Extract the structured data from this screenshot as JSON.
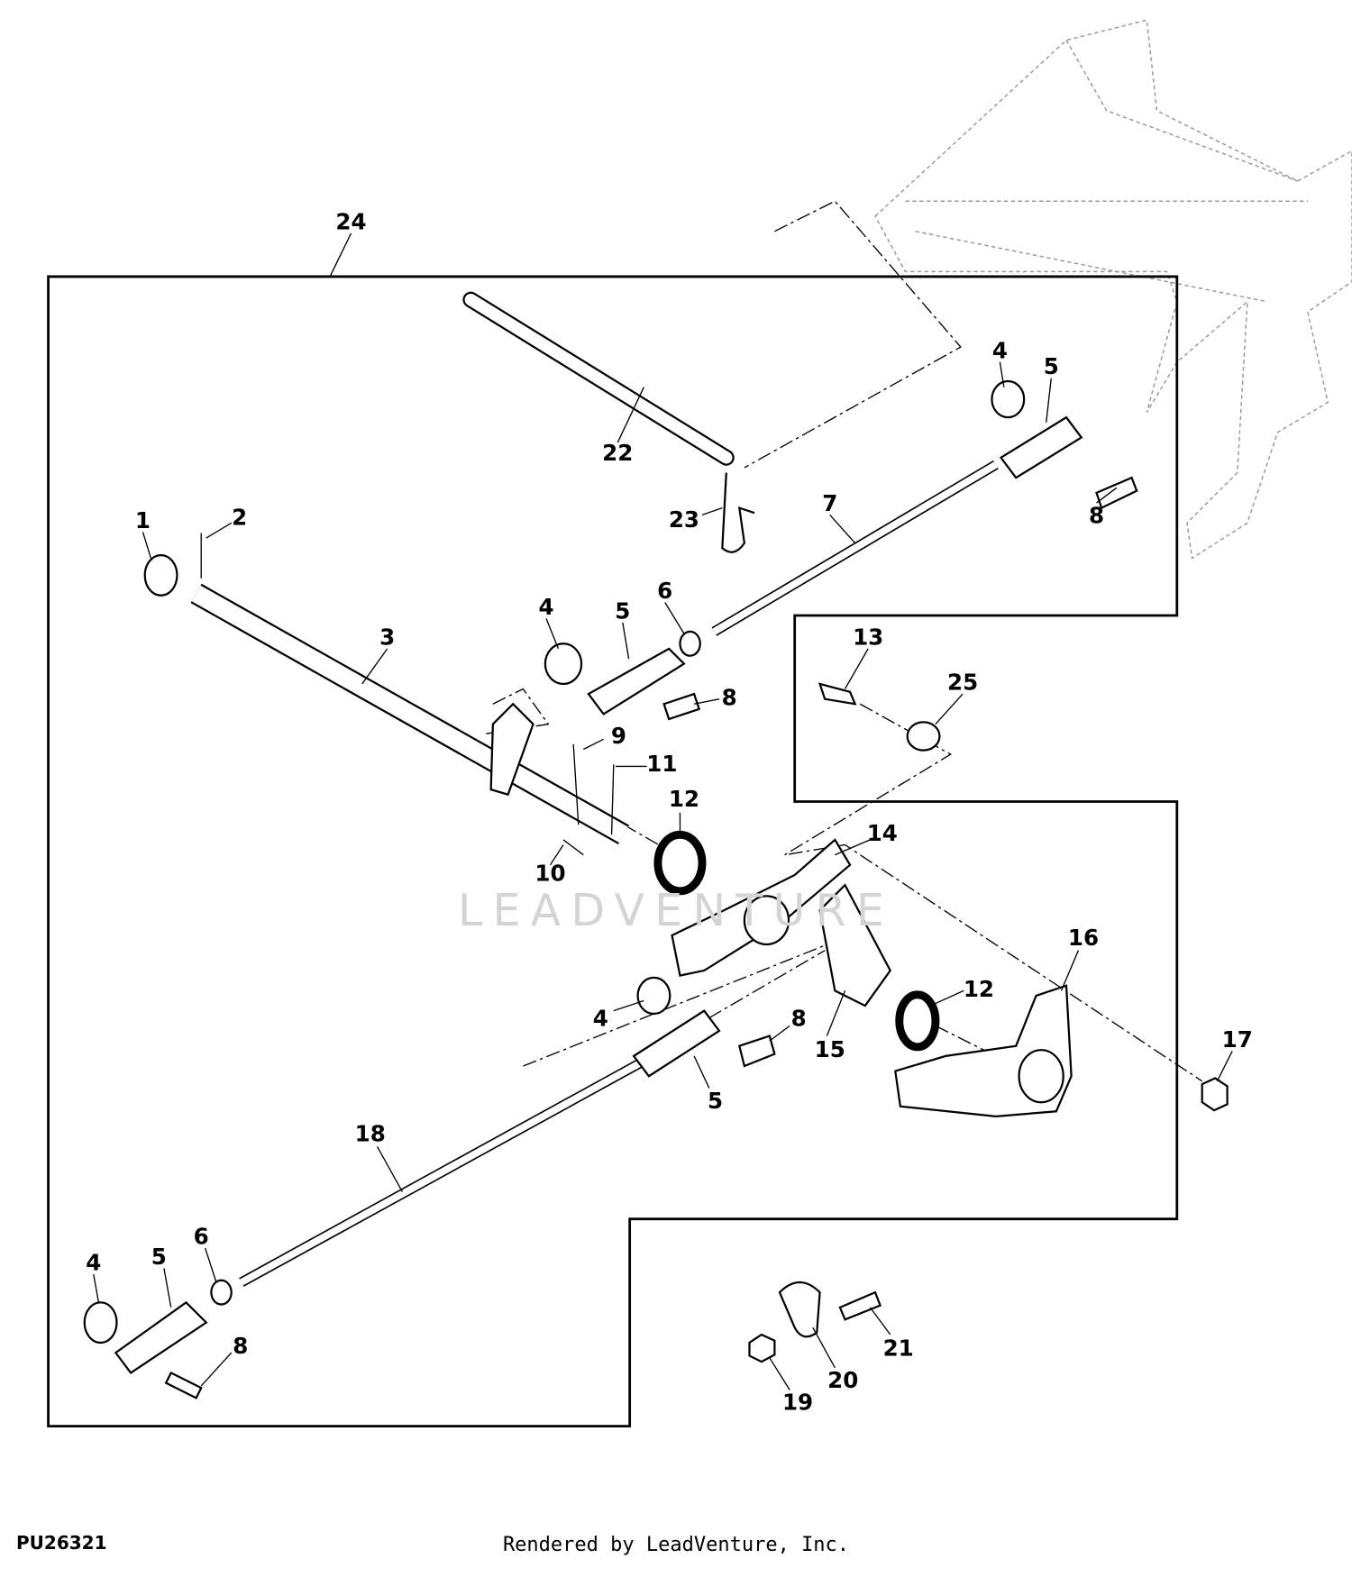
{
  "diagram": {
    "watermark": "LEADVENTURE",
    "figure_id": "PU26321",
    "credit": "Rendered by LeadVenture, Inc.",
    "callouts": [
      "24",
      "22",
      "4",
      "5",
      "8",
      "7",
      "23",
      "1",
      "2",
      "3",
      "4",
      "5",
      "6",
      "8",
      "9",
      "11",
      "12",
      "10",
      "13",
      "25",
      "14",
      "16",
      "12",
      "17",
      "4",
      "8",
      "15",
      "5",
      "18",
      "4",
      "5",
      "6",
      "8",
      "21",
      "20",
      "19"
    ]
  }
}
